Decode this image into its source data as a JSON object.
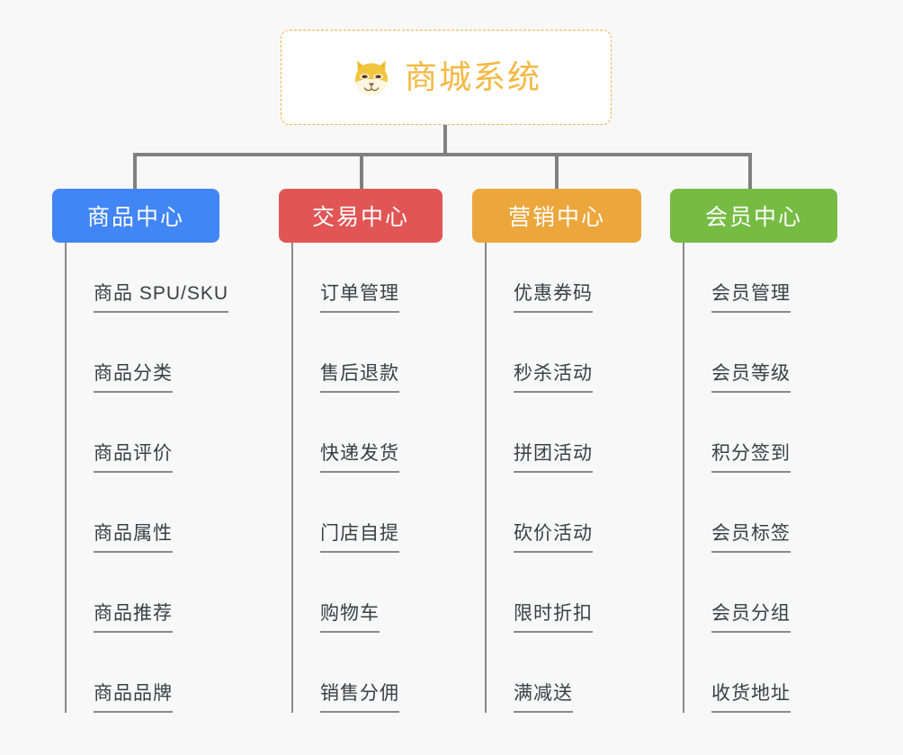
{
  "background_color": "#f8f8f8",
  "root": {
    "title": "商城系统",
    "icon": "shiba-dog-face-icon",
    "title_color": "#f5b841",
    "border_color": "#f0b24a",
    "background_color": "#ffffff"
  },
  "connector_color": "#808080",
  "columns": [
    {
      "name": "product-center",
      "title": "商品中心",
      "color": "#4285f4",
      "items": [
        "商品 SPU/SKU",
        "商品分类",
        "商品评价",
        "商品属性",
        "商品推荐",
        "商品品牌"
      ]
    },
    {
      "name": "trade-center",
      "title": "交易中心",
      "color": "#e25555",
      "items": [
        "订单管理",
        "售后退款",
        "快递发货",
        "门店自提",
        "购物车",
        "销售分佣"
      ]
    },
    {
      "name": "marketing-center",
      "title": "营销中心",
      "color": "#eba73c",
      "items": [
        "优惠券码",
        "秒杀活动",
        "拼团活动",
        "砍价活动",
        "限时折扣",
        "满减送"
      ]
    },
    {
      "name": "member-center",
      "title": "会员中心",
      "color": "#76bc43",
      "items": [
        "会员管理",
        "会员等级",
        "积分签到",
        "会员标签",
        "会员分组",
        "收货地址"
      ]
    }
  ]
}
